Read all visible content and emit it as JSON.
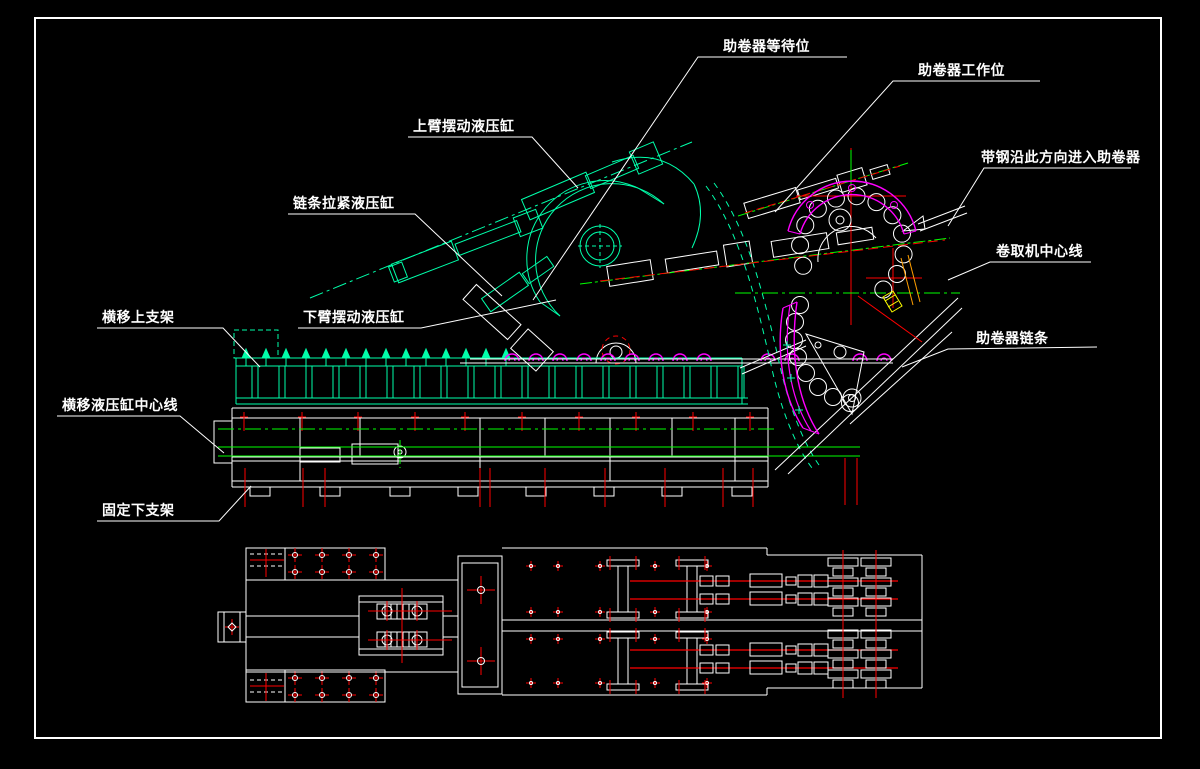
{
  "colors": {
    "white": "#ffffff",
    "green": "#00ff00",
    "spring_green": "#00ffaa",
    "magenta": "#ff00ff",
    "red": "#ff0000",
    "orange": "#ff9f00",
    "yellow": "#ffff00",
    "background": "#000000"
  },
  "labels": [
    {
      "id": "wait-position",
      "text": "助卷器等待位"
    },
    {
      "id": "work-position",
      "text": "助卷器工作位"
    },
    {
      "id": "upper-arm-cylinder",
      "text": "上臂摆动液压缸"
    },
    {
      "id": "chain-tension-cylinder",
      "text": "链条拉紧液压缸"
    },
    {
      "id": "strip-entry-direction",
      "text": "带钢沿此方向进入助卷器"
    },
    {
      "id": "coiler-centerline",
      "text": "卷取机中心线"
    },
    {
      "id": "traverse-upper-bracket",
      "text": "横移上支架"
    },
    {
      "id": "lower-arm-cylinder",
      "text": "下臂摆动液压缸"
    },
    {
      "id": "wrapper-chain",
      "text": "助卷器链条"
    },
    {
      "id": "traverse-cyl-centerline",
      "text": "横移液压缸中心线"
    },
    {
      "id": "fixed-lower-bracket",
      "text": "固定下支架"
    }
  ]
}
